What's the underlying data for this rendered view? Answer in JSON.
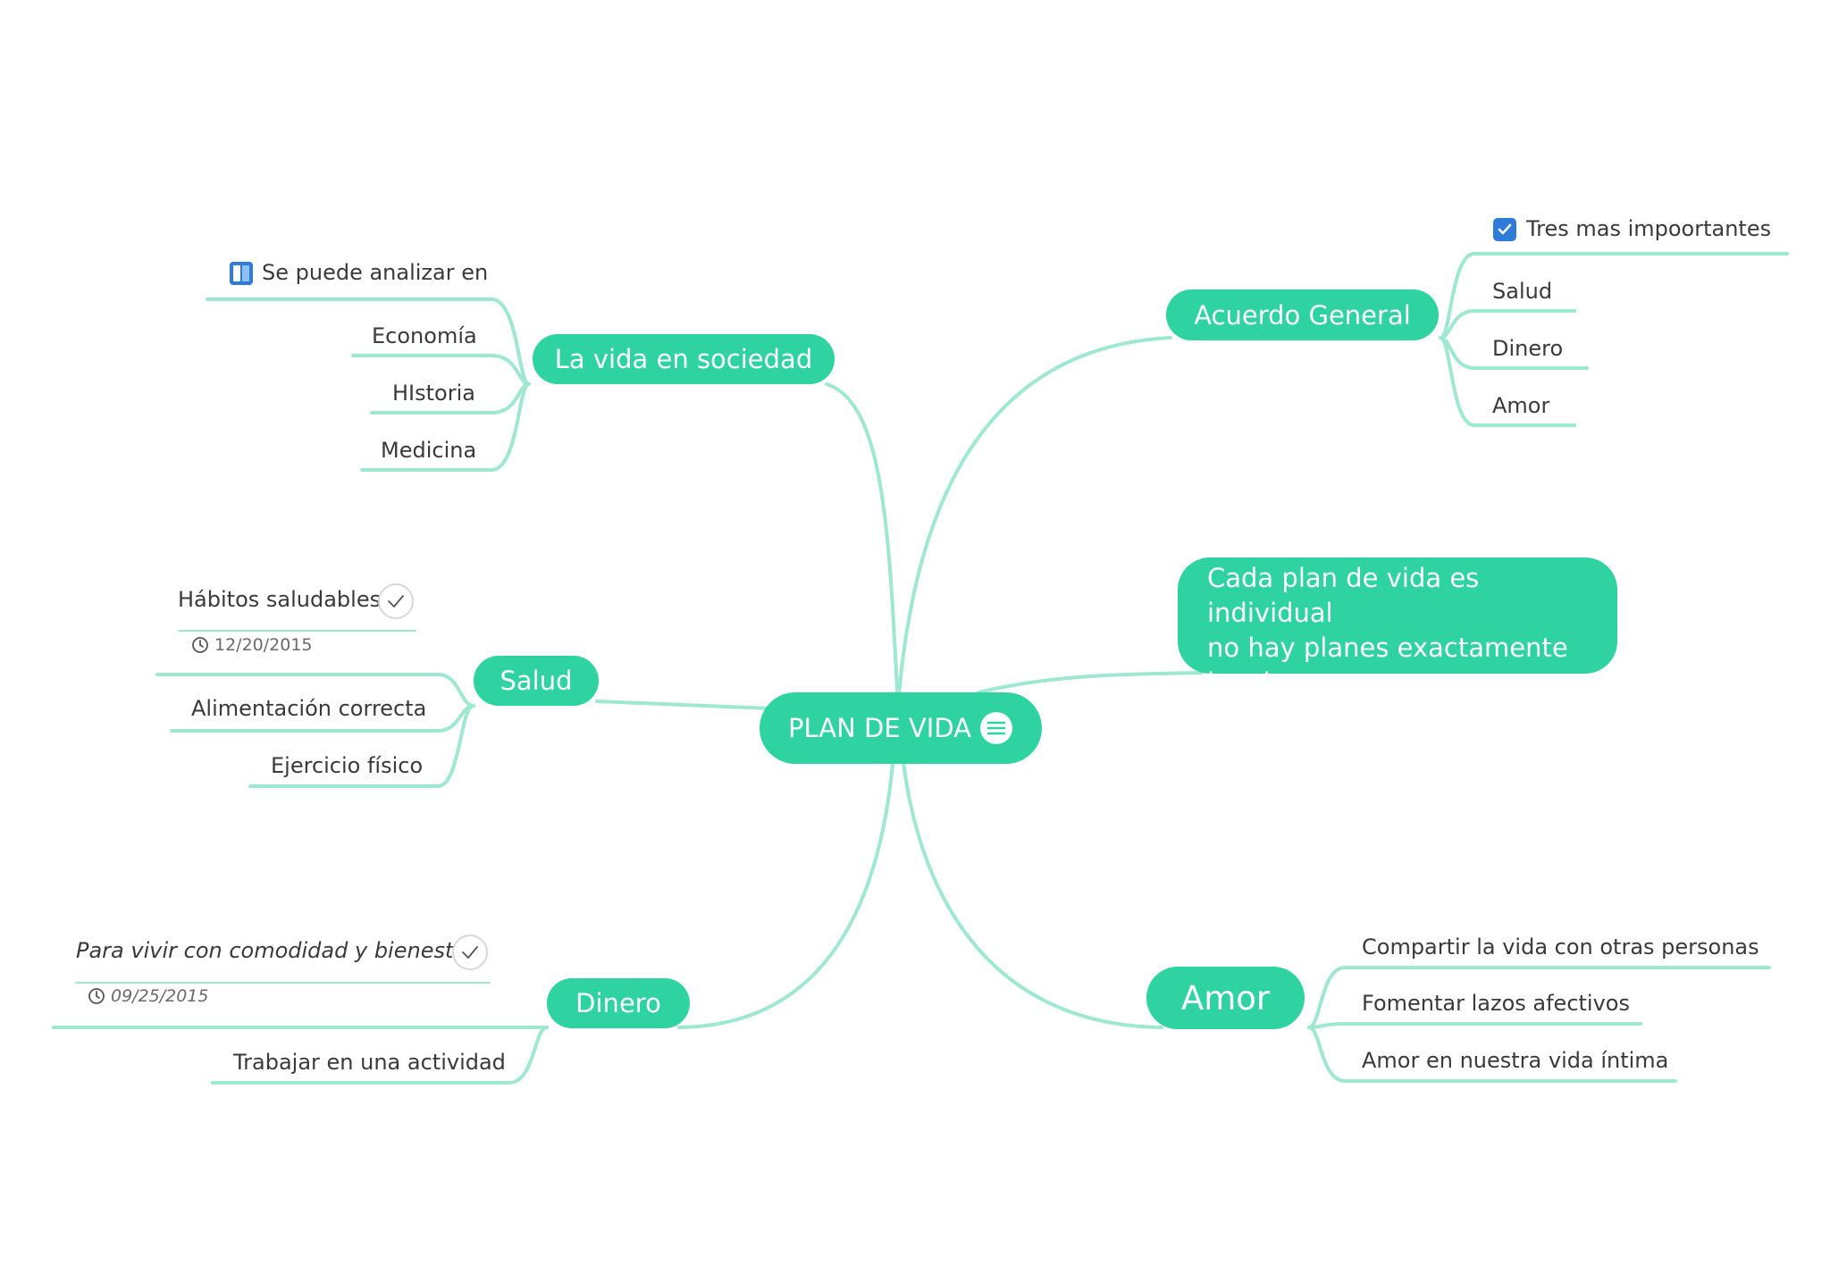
{
  "central": {
    "label": "PLAN DE VIDA",
    "icon": "notes-menu-icon"
  },
  "topics": {
    "sociedad": {
      "label": "La vida en sociedad"
    },
    "acuerdo": {
      "label": "Acuerdo General"
    },
    "salud": {
      "label": "Salud"
    },
    "cada": {
      "lines": [
        "Cada plan de vida es individual",
        "no hay planes exactamente",
        "iguales."
      ]
    },
    "dinero": {
      "label": "Dinero"
    },
    "amor": {
      "label": "Amor"
    }
  },
  "sociedad_items": {
    "analizar": "Se puede analizar en",
    "economia": "Economía",
    "historia": "HIstoria",
    "medicina": "Medicina"
  },
  "acuerdo_items": {
    "tres": "Tres mas impoortantes",
    "salud": "Salud",
    "dinero": "Dinero",
    "amor": "Amor"
  },
  "salud_items": {
    "habitos": "Hábitos saludables",
    "habitos_date": "12/20/2015",
    "alimentacion": "Alimentación correcta",
    "ejercicio": "Ejercicio físico"
  },
  "dinero_items": {
    "vivir": "Para vivir con comodidad y bienestar",
    "vivir_date": "09/25/2015",
    "trabajar": "Trabajar en una actividad"
  },
  "amor_items": {
    "compartir": "Compartir la vida con otras personas",
    "fomentar": "Fomentar lazos afectivos",
    "intima": "Amor en nuestra vida íntima"
  },
  "colors": {
    "node": "#2ed3a1",
    "line": "#9de8cf",
    "text": "#3a3a3a",
    "checkbox": "#2f7bd9"
  },
  "icons": {
    "task_done": "check-icon",
    "clock": "clock-icon",
    "checked_box": "checkbox-checked-icon",
    "book": "book-icon"
  }
}
